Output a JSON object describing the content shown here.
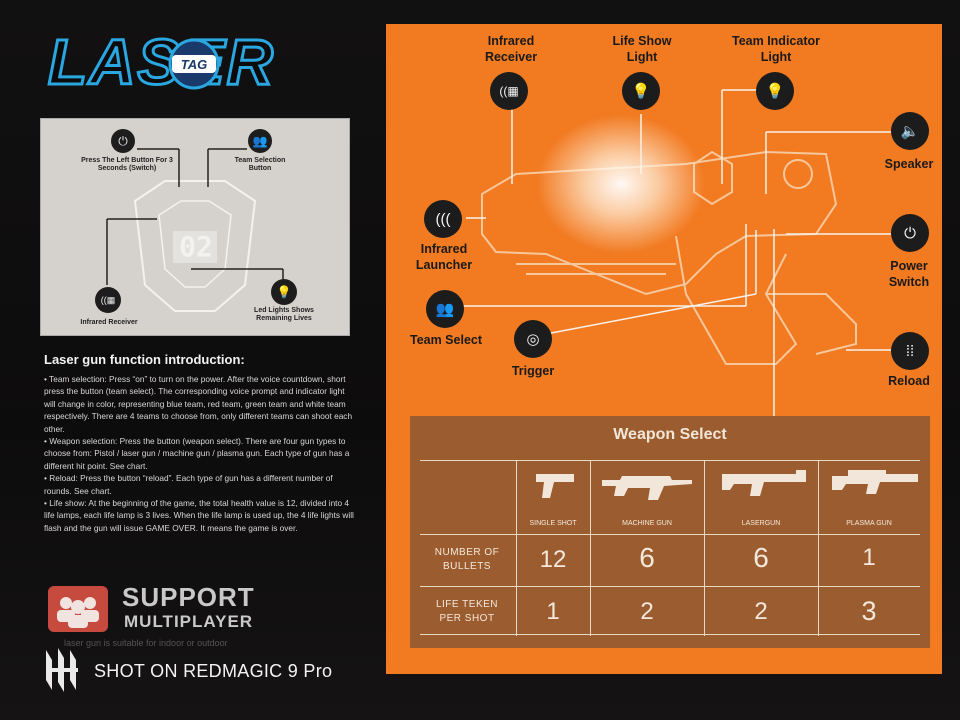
{
  "logo": {
    "word": "LASER",
    "badge": "TAG"
  },
  "diagram_small": {
    "display_value": "02",
    "labels": {
      "power": "Press The Left Button For 3 Seconds (Switch)",
      "team": "Team Selection Button",
      "infrared": "Infrared Receiver",
      "leds": "Led Lights Shows Remaining Lives"
    }
  },
  "intro": {
    "title": "Laser gun function introduction:",
    "items": [
      "• Team selection: Press “on” to turn on the power. After the voice countdown, short press the button (team select). The corresponding voice prompt and indicator light will change in color, representing blue team, red team, green team and white team respectively. There are 4 teams to choose from, only different teams can shoot each other.",
      "• Weapon selection: Press the button (weapon select). There are four gun types to choose from: Pistol / laser gun / machine gun / plasma gun. Each type of gun has a different hit point. See chart.",
      "• Reload: Press the button “reload”. Each type of gun has a different number of rounds. See chart.",
      "• Life show: At the beginning of the game, the total health value is 12, divided into 4 life lamps, each life lamp is 3 lives. When the life lamp is used up, the 4 life lights will flash and the gun will issue GAME OVER. It means the game is over."
    ]
  },
  "support": {
    "line1": "SUPPORT",
    "line2": "MULTIPLAYER",
    "line3": "laser gun is suitable for indoor or outdoor"
  },
  "watermark": {
    "text": "SHOT ON REDMAGIC 9 Pro"
  },
  "gun_diagram": {
    "labels": {
      "infrared_receiver": "Infrared Receiver",
      "life_show": "Life Show Light",
      "team_indicator": "Team Indicator Light",
      "speaker": "Speaker",
      "infrared_launcher": "Infrared Launcher",
      "power_switch": "Power Switch",
      "team_select": "Team Select",
      "trigger": "Trigger",
      "reload": "Reload"
    }
  },
  "weapon_select": {
    "title": "Weapon Select",
    "guns": [
      "SINGLE SHOT",
      "MACHINE GUN",
      "LASERGUN",
      "PLASMA GUN"
    ],
    "rows": [
      {
        "label": "NUMBER OF BULLETS",
        "values": [
          "12",
          "6",
          "6",
          "1"
        ]
      },
      {
        "label": "LIFE TEKEN PER SHOT",
        "values": [
          "1",
          "2",
          "2",
          "3"
        ]
      }
    ]
  },
  "colors": {
    "orange": "#f27a21",
    "brown": "#9b5d2f",
    "grey": "#d5d2cd",
    "logo_blue": "#2aa7e0"
  }
}
